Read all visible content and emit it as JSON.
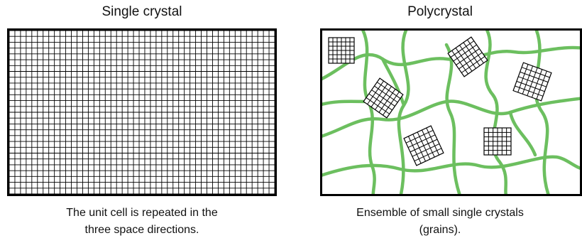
{
  "single_crystal": {
    "title": "Single crystal",
    "caption_line1": "The unit cell is repeated in the",
    "caption_line2": "three space directions.",
    "grid_color": "#000000"
  },
  "polycrystal": {
    "title": "Polycrystal",
    "caption_line1": "Ensemble of small single crystals",
    "caption_line2": "(grains).",
    "boundary_color": "#6cbf5f",
    "grain_color": "#000000"
  }
}
